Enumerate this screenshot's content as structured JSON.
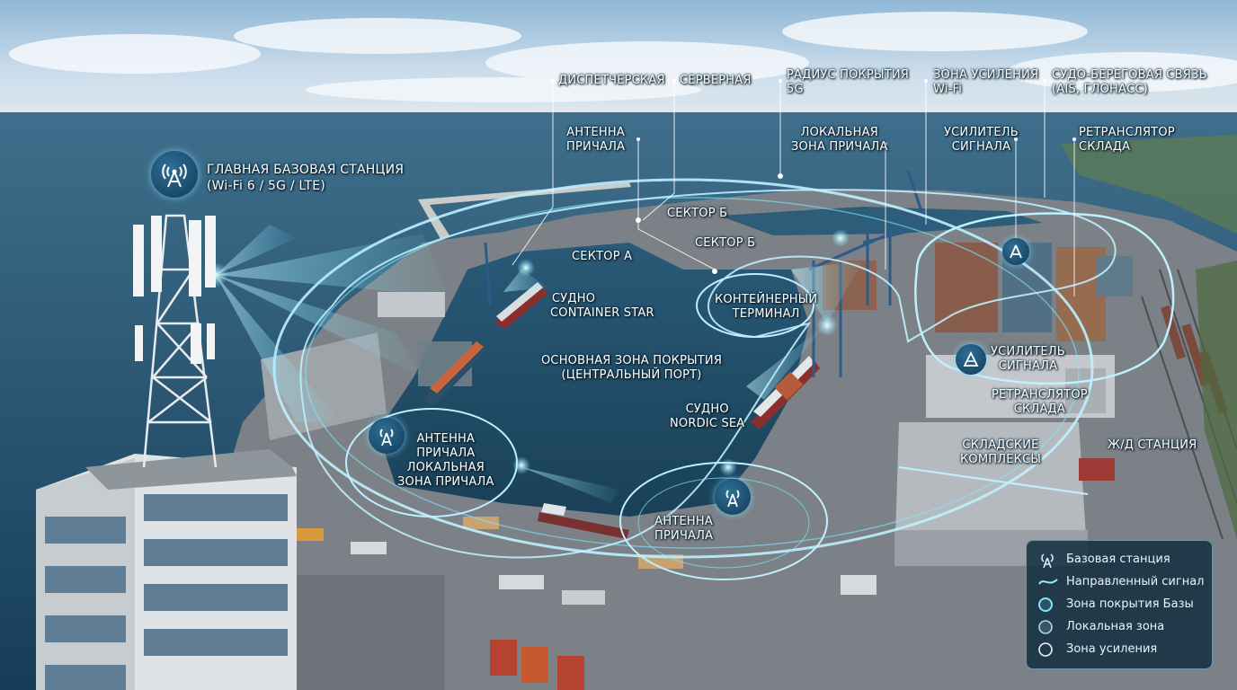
{
  "colors": {
    "accent": "#7fe6ff",
    "zone_stroke": "#9eeaff",
    "legend_bg": "#0e2a3a"
  },
  "labels": {
    "main_station": [
      "ГЛАВНАЯ БАЗОВАЯ СТАНЦИЯ",
      "(Wi-Fi 6 / 5G / LTE)"
    ],
    "dispatch": "ДИСПЕТЧЕРСКАЯ",
    "server": "СЕРВЕРНАЯ",
    "radius_5g": [
      "РАДИУС ПОКРЫТИЯ",
      "5G"
    ],
    "wifi_zone": [
      "ЗОНА УСИЛЕНИЯ",
      "Wi-Fi"
    ],
    "ship_shore": [
      "СУДО-БЕРЕГОВАЯ СВЯЗЬ",
      "(AIS, ГЛОНАСС)"
    ],
    "berth_antenna_top": [
      "АНТЕННА",
      "ПРИЧАЛА"
    ],
    "local_berth_zone": [
      "ЛОКАЛЬНАЯ",
      "ЗОНА ПРИЧАЛА"
    ],
    "signal_amp_top": [
      "УСИЛИТЕЛЬ",
      "СИГНАЛА"
    ],
    "warehouse_repeater_top": [
      "РЕТРАНСЛЯТОР",
      "СКЛАДА"
    ],
    "sector_b1": "СЕКТОР Б",
    "sector_b2": "СЕКТОР Б",
    "sector_a": "СЕКТОР А",
    "ship_container_star": [
      "СУДНО",
      "CONTAINER STAR"
    ],
    "container_terminal": [
      "КОНТЕЙНЕРНЫЙ",
      "ТЕРМИНАЛ"
    ],
    "main_coverage": [
      "ОСНОВНАЯ ЗОНА ПОКРЫТИЯ",
      "(ЦЕНТРАЛЬНЫЙ ПОРТ)"
    ],
    "signal_amp_mid": [
      "УСИЛИТЕЛЬ",
      "СИГНАЛА"
    ],
    "warehouse_repeater_mid": [
      "РЕТРАНСЛЯТОР",
      "СКЛАДА"
    ],
    "ship_nordic_sea": [
      "СУДНО",
      "NORDIC SEA"
    ],
    "berth_antenna_left": [
      "АНТЕННА",
      "ПРИЧАЛА",
      "ЛОКАЛЬНАЯ",
      "ЗОНА ПРИЧАЛА"
    ],
    "warehouse_complexes": [
      "СКЛАДСКИЕ",
      "КОМПЛЕКСЫ"
    ],
    "rail_station": "Ж/Д СТАНЦИЯ",
    "berth_antenna_bottom": [
      "АНТЕННА",
      "ПРИЧАЛА"
    ]
  },
  "legend": {
    "items": [
      {
        "icon": "base-station-icon",
        "label": "Базовая станция"
      },
      {
        "icon": "directional-signal-icon",
        "label": "Направленный сигнал"
      },
      {
        "icon": "base-coverage-ring-icon",
        "label": "Зона покрытия Базы"
      },
      {
        "icon": "local-zone-ring-icon",
        "label": "Локальная зона"
      },
      {
        "icon": "boost-zone-ring-icon",
        "label": "Зона усиления"
      }
    ]
  }
}
